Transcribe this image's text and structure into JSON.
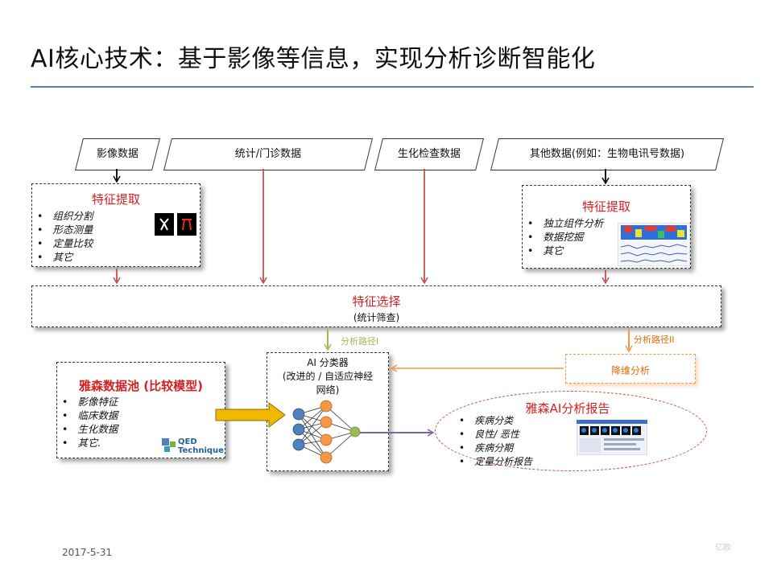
{
  "page_title": "AI核心技术：基于影像等信息，实现分析诊断智能化",
  "sources": {
    "imaging": "影像数据",
    "statistics": "统计/门诊数据",
    "biochem": "生化检查数据",
    "other": "其他数据(例如：生物电讯号数据)"
  },
  "feature_extract_left": {
    "title": "特征提取",
    "items": [
      "组织分割",
      "形态测量",
      "定量比较",
      "其它"
    ]
  },
  "feature_extract_right": {
    "title": "特征提取",
    "items": [
      "独立组件分析",
      "数据挖掘",
      "其它"
    ]
  },
  "feature_select": {
    "title": "特征选择",
    "subtitle": "(统计筛查)"
  },
  "path1": "分析路径I",
  "path2": "分析路径II",
  "dim_reduction": "降维分析",
  "classifier": {
    "line1": "AI 分类器",
    "line2": "(改进的 / 自适应神经",
    "line3": "网络)"
  },
  "data_pool": {
    "title": "雅森数据池 (比较模型)",
    "items": [
      "影像特征",
      "临床数据",
      "生化数据",
      "其它."
    ],
    "logo_line1": "QED",
    "logo_line2": "Technique"
  },
  "report": {
    "title": "雅森AI分析报告",
    "items": [
      "疾病分类",
      "良性/ 恶性",
      "疾病分期",
      "定量分析报告"
    ]
  },
  "date": "2017-5-31",
  "watermark": "亿欧",
  "colors": {
    "accent_red": "#d42020",
    "arrow_red": "#c0504d",
    "arrow_green": "#9bbb59",
    "arrow_orange": "#f79646",
    "arrow_purple": "#8064a2",
    "arrow_gold": "#f0b800",
    "title_rule": "#4f81bd"
  }
}
